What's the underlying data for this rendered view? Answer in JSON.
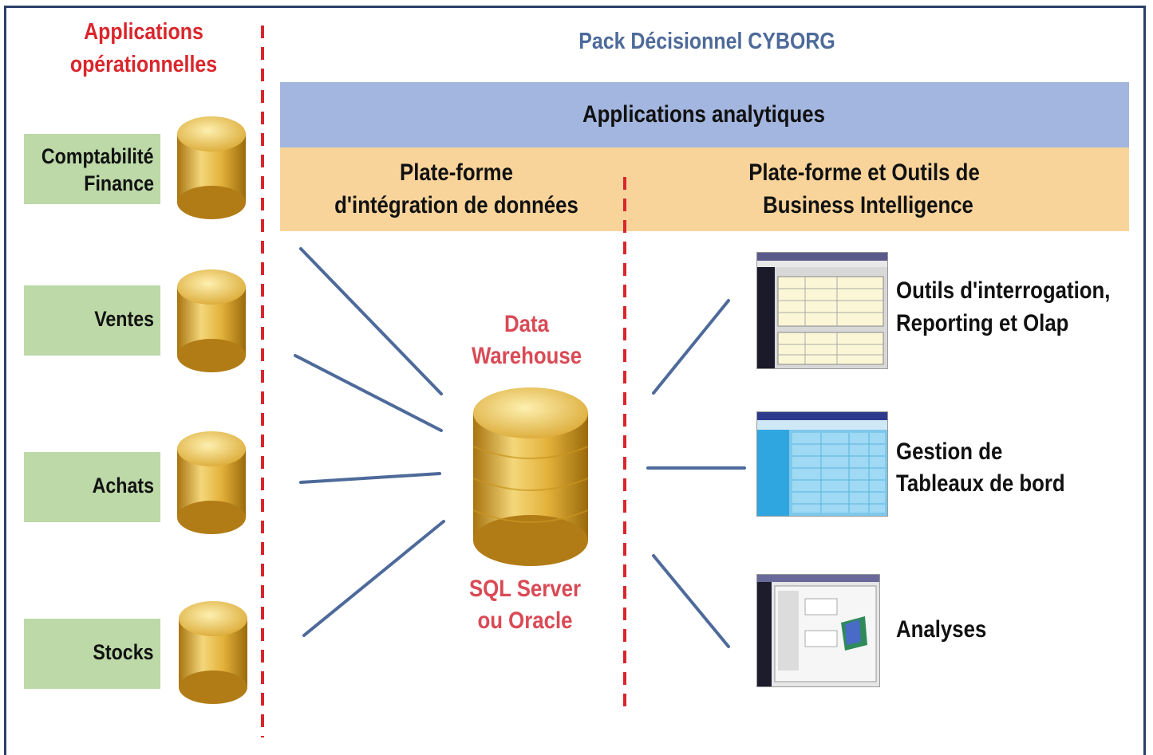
{
  "left_header": {
    "line1": "Applications",
    "line2": "opérationnelles"
  },
  "pack_title": "Pack Décisionnel CYBORG",
  "analytics_band": "Applications analytiques",
  "integration_platform": {
    "line1": "Plate-forme",
    "line2": "d'intégration de données"
  },
  "bi_platform": {
    "line1": "Plate-forme et Outils de",
    "line2": "Business Intelligence"
  },
  "sources": [
    {
      "line1": "Comptabilité",
      "line2": "Finance"
    },
    {
      "line1": "Ventes"
    },
    {
      "line1": "Achats"
    },
    {
      "line1": "Stocks"
    }
  ],
  "warehouse": {
    "title1": "Data",
    "title2": "Warehouse",
    "engine1": "SQL Server",
    "engine2": "ou Oracle"
  },
  "tools": [
    {
      "line1": "Outils d'interrogation,",
      "line2": "Reporting et Olap"
    },
    {
      "line1": "Gestion de",
      "line2": "Tableaux de bord"
    },
    {
      "line1": "Analyses"
    }
  ],
  "colors": {
    "header_red": "#d9262c",
    "title_blue": "#4d6a9a",
    "band_blue": "#a3b6df",
    "band_orange": "#f8d49b",
    "source_green": "#bcd9a7",
    "connector": "#4d6a9a",
    "cylinder_gold": "#e3b13a"
  },
  "icons": [
    "database-cylinder-icon",
    "software-screenshot-icon"
  ]
}
